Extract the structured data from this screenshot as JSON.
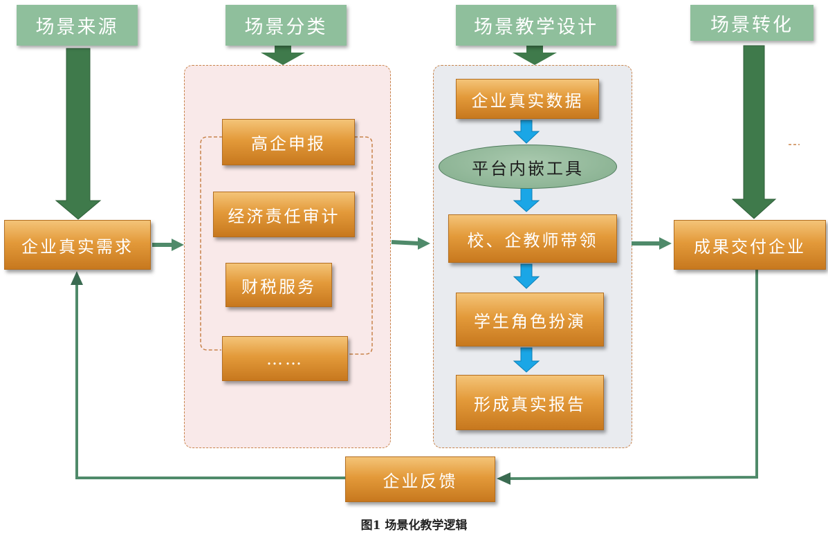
{
  "headers": {
    "source": "场景来源",
    "classification": "场景分类",
    "teaching_design": "场景教学设计",
    "transformation": "场景转化"
  },
  "left_box": "企业真实需求",
  "classification_items": [
    "高企申报",
    "经济责任审计",
    "财税服务",
    "……"
  ],
  "teaching_steps": {
    "step1": "企业真实数据",
    "step2": "平台内嵌工具",
    "step3": "校、企教师带领",
    "step4": "学生角色扮演",
    "step5": "形成真实报告"
  },
  "right_box": "成果交付企业",
  "feedback_box": "企业反馈",
  "caption": "图1  场景化教学逻辑",
  "colors": {
    "header_green": "#8fbf9c",
    "big_arrow_green": "#3f7a4b",
    "flow_arrow_green": "#4f8a6a",
    "step_arrow_blue": "#1aa6e6",
    "orange_box": "#e39a3a",
    "panel_pink": "#f9e9e9",
    "panel_gray": "#e9ebef"
  }
}
